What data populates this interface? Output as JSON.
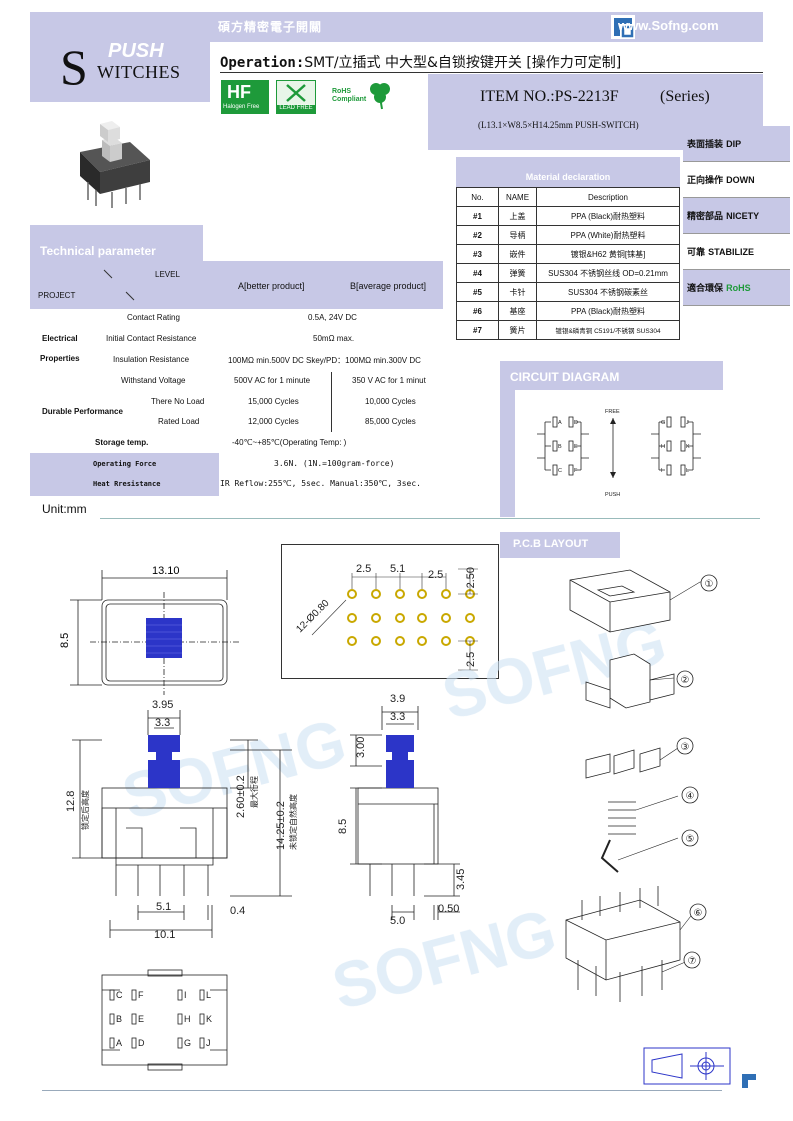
{
  "header": {
    "brand_cn": "碩方精密電子開關",
    "website": "www.Sofng.com",
    "logo_s": "S",
    "logo_push": "PUSH",
    "logo_witches": "WITCHES",
    "operation_label": "Operation:",
    "operation_text": "SMT/立插式  中大型&自锁按键开关  [操作力可定制]",
    "item_no": "ITEM NO.:PS-2213F",
    "series": "(Series)",
    "dimensions": "(L13.1×W8.5×H14.25mm   PUSH-SWITCH)",
    "badges": [
      "Halogen Free",
      "LEAD FREE",
      "RoHS Compliant"
    ]
  },
  "material": {
    "title": "Material declaration",
    "headers": [
      "No.",
      "NAME",
      "Description"
    ],
    "rows": [
      [
        "#1",
        "上盖",
        "PPA (Black)耐热塑料"
      ],
      [
        "#2",
        "导柄",
        "PPA (White)耐热塑料"
      ],
      [
        "#3",
        "嵌件",
        "镀银&H62 黄铜[铼基]"
      ],
      [
        "#4",
        "弹簧",
        "SUS304 不锈钢丝线 OD=0.21mm"
      ],
      [
        "#5",
        "卡针",
        "SUS304 不锈钢碳素丝"
      ],
      [
        "#6",
        "基座",
        "PPA (Black)耐热塑料"
      ],
      [
        "#7",
        "簧片",
        "镀银&磷青铜 C5191/不锈钢 SUS304"
      ]
    ]
  },
  "features": [
    {
      "cn": "表面插装",
      "en": "DIP"
    },
    {
      "cn": "正向操作",
      "en": "DOWN"
    },
    {
      "cn": "精密部品",
      "en": "NICETY"
    },
    {
      "cn": "可靠",
      "en": "STABILIZE"
    },
    {
      "cn": "適合環保",
      "en": "RoHS"
    }
  ],
  "tech": {
    "title": "Technical parameter",
    "level": "LEVEL",
    "project": "PROJECT",
    "col_a": "A[better product]",
    "col_b": "B[average product]",
    "electrical": "Electrical",
    "properties": "Properties",
    "contact_rating": "Contact Rating",
    "contact_rating_val": "0.5A, 24V DC",
    "initial_resistance": "Initial Contact Resistance",
    "initial_resistance_val": "50mΩ max.",
    "insulation": "Insulation Resistance",
    "insulation_val": "100MΩ min.500V DC   Skey/PD：100MΩ min.300V DC",
    "withstand": "Withstand Voltage",
    "withstand_a": "500V AC for 1 minute",
    "withstand_b": "350 V AC for 1 minut",
    "durable": "Durable Performance",
    "no_load": "There No Load",
    "no_load_a": "15,000 Cycles",
    "no_load_b": "10,000 Cycles",
    "rated_load": "Rated Load",
    "rated_load_a": "12,000 Cycles",
    "rated_load_b": "85,000 Cycles",
    "storage": "Storage temp.",
    "storage_val": "-40℃~+85℃(Operating Temp:                         )",
    "op_force": "Operating Force",
    "op_force_val": "3.6N. (1N.=100gram-force)",
    "heat": "Heat Rresistance",
    "heat_val": "IR Reflow:255℃, 5sec.  Manual:350℃, 3sec."
  },
  "circuit": {
    "title": "CIRCUIT DIAGRAM",
    "free": "FREE",
    "push": "PUSH",
    "letters": [
      "A",
      "B",
      "C",
      "D",
      "E",
      "F",
      "G",
      "H",
      "I",
      "J",
      "K",
      "L"
    ]
  },
  "unit": "Unit:mm",
  "pcb": {
    "title": "P.C.B LAYOUT",
    "dims": [
      "2.5",
      "5.1",
      "2.5",
      "2.50",
      "2.5"
    ],
    "hole": "12-Ø0.80"
  },
  "drawing": {
    "top_width": "13.10",
    "top_height": "8.5",
    "w395": "3.95",
    "w33": "3.3",
    "h128": "12.8",
    "h128_note": "锁定后高度",
    "h260": "2.60±0.2",
    "h260_note": "最大行程",
    "h1425": "14.25±0.2",
    "h1425_note": "未锁定自然高度",
    "w51": "5.1",
    "w04": "0.4",
    "w101": "10.1",
    "side_w39": "3.9",
    "side_w33": "3.3",
    "side_h300": "3.00",
    "side_h85": "8.5",
    "side_h345": "3.45",
    "side_w50": "5.0",
    "side_w050": "0.50",
    "callouts": [
      "①",
      "②",
      "③",
      "④",
      "⑤",
      "⑥",
      "⑦"
    ],
    "bottom_letters": [
      "C",
      "F",
      "I",
      "L",
      "B",
      "E",
      "H",
      "K",
      "A",
      "D",
      "G",
      "J"
    ],
    "watermark": "SOFNG"
  }
}
